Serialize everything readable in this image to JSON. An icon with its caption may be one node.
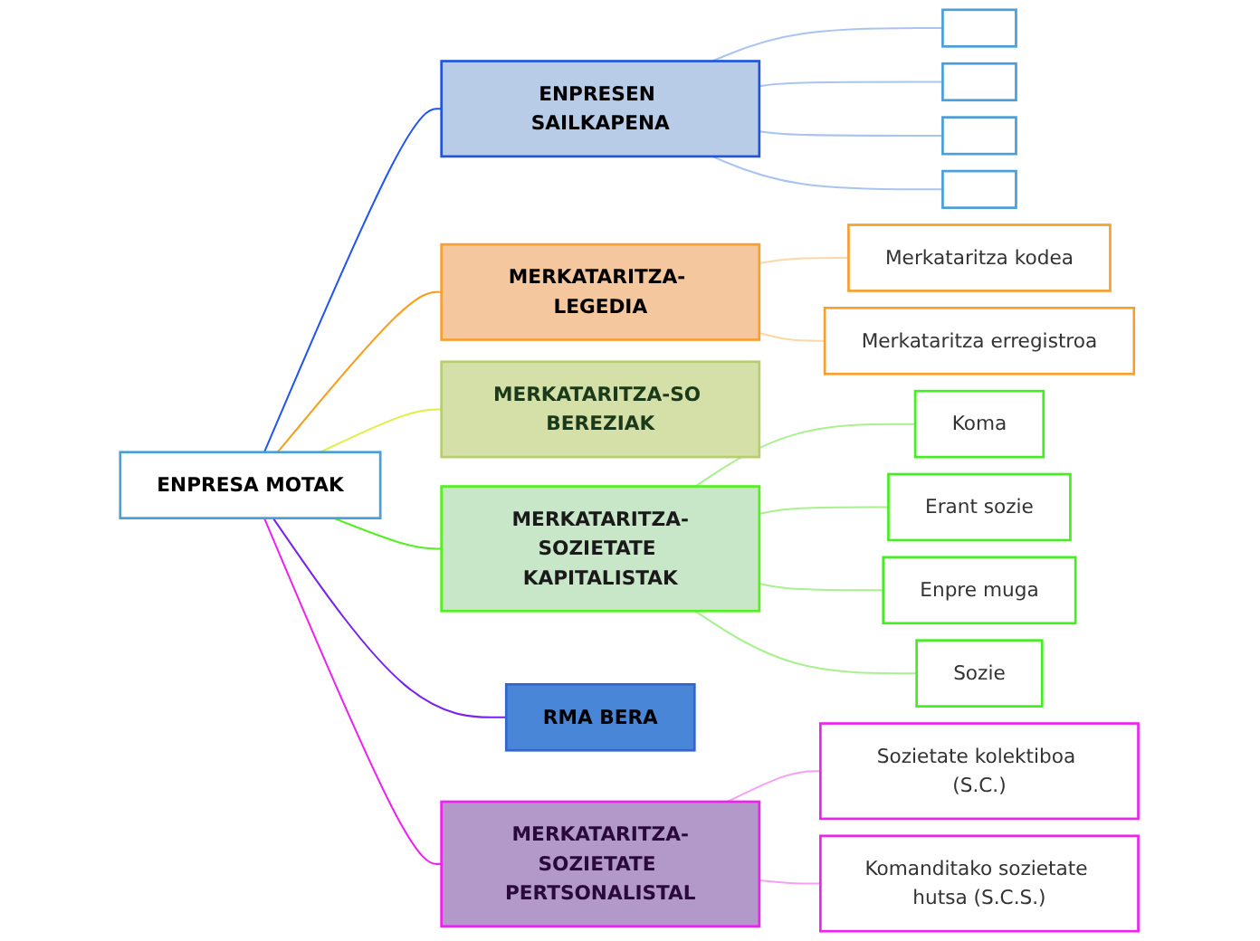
{
  "diagram": {
    "nodes": [
      {
        "text": [
          "ENPRESA MOTAK"
        ]
      },
      {
        "text": [
          "ENPRESEN SAILKAPENA"
        ]
      },
      {
        "text": [],
        "shape": "box"
      },
      {
        "text": [],
        "shape": "box"
      },
      {
        "text": [],
        "shape": "box"
      },
      {
        "text": [],
        "shape": "box"
      },
      {
        "text": [
          "MERKATARITZA- LEGEDIA"
        ]
      },
      {
        "text": [
          "Merkataritza kodea"
        ]
      },
      {
        "text": [
          "Merkataritza erregistroa"
        ]
      },
      {
        "text": [
          "MERKATARITZA-SO BEREZIAK"
        ]
      },
      {
        "text": [
          "MERKATARITZA-SOZIETATE KAPITALISTAK"
        ]
      },
      {
        "text": [
          "Koma"
        ]
      },
      {
        "text": [
          "Erant sozie"
        ]
      },
      {
        "text": [
          "Enpre muga"
        ]
      },
      {
        "text": [
          "Sozie"
        ]
      },
      {
        "text": [
          "RMA BERA"
        ]
      },
      {
        "text": [
          "MERKATARITZA-SOZIETATE PERTSONALISTAL"
        ]
      },
      {
        "text": [
          "Sozietate kolektiboa (S.C.)"
        ]
      },
      {
        "text": [
          "Komanditako sozietate hutsa (S.C.S.)"
        ]
      }
    ],
    "edges": [
      {
        "from": 0,
        "to": 1,
        "arrow": "none",
        "color": "#2255ee"
      },
      {
        "from": 1,
        "to": 2,
        "arrow": "none",
        "color": "#aac4f0"
      },
      {
        "from": 1,
        "to": 3,
        "arrow": "none",
        "color": "#aac4f0"
      },
      {
        "from": 1,
        "to": 4,
        "arrow": "none",
        "color": "#aac4f0"
      },
      {
        "from": 1,
        "to": 5,
        "arrow": "none",
        "color": "#aac4f0"
      },
      {
        "from": 0,
        "to": 6,
        "arrow": "none",
        "color": "#f5a020"
      },
      {
        "from": 6,
        "to": 7,
        "arrow": "none",
        "color": "#fcd8a8"
      },
      {
        "from": 6,
        "to": 8,
        "arrow": "none",
        "color": "#fcd8a8"
      },
      {
        "from": 0,
        "to": 9,
        "arrow": "none",
        "color": "#e0f040"
      },
      {
        "from": 0,
        "to": 10,
        "arrow": "none",
        "color": "#55ee22"
      },
      {
        "from": 10,
        "to": 11,
        "arrow": "none",
        "color": "#aaf090"
      },
      {
        "from": 10,
        "to": 12,
        "arrow": "none",
        "color": "#aaf090"
      },
      {
        "from": 10,
        "to": 13,
        "arrow": "none",
        "color": "#aaf090"
      },
      {
        "from": 10,
        "to": 14,
        "arrow": "none",
        "color": "#aaf090"
      },
      {
        "from": 0,
        "to": 15,
        "arrow": "none",
        "color": "#7722ee"
      },
      {
        "from": 0,
        "to": 16,
        "arrow": "none",
        "color": "#ee22ee"
      },
      {
        "from": 16,
        "to": 17,
        "arrow": "none",
        "color": "#f5a0f5"
      },
      {
        "from": 16,
        "to": 18,
        "arrow": "none",
        "color": "#f5a0f5"
      }
    ]
  }
}
